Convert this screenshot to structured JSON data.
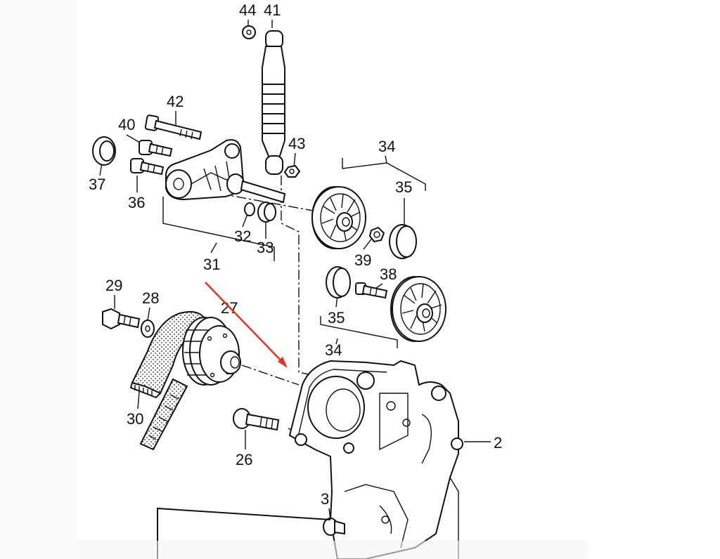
{
  "diagram": {
    "labels": [
      {
        "id": "44",
        "text": "44"
      },
      {
        "id": "41",
        "text": "41"
      },
      {
        "id": "42",
        "text": "42"
      },
      {
        "id": "40",
        "text": "40"
      },
      {
        "id": "37",
        "text": "37"
      },
      {
        "id": "36",
        "text": "36"
      },
      {
        "id": "43",
        "text": "43"
      },
      {
        "id": "34a",
        "text": "34"
      },
      {
        "id": "35a",
        "text": "35"
      },
      {
        "id": "32",
        "text": "32"
      },
      {
        "id": "33",
        "text": "33"
      },
      {
        "id": "39",
        "text": "39"
      },
      {
        "id": "31",
        "text": "31"
      },
      {
        "id": "38",
        "text": "38"
      },
      {
        "id": "29",
        "text": "29"
      },
      {
        "id": "28",
        "text": "28"
      },
      {
        "id": "27",
        "text": "27"
      },
      {
        "id": "35b",
        "text": "35"
      },
      {
        "id": "34b",
        "text": "34"
      },
      {
        "id": "30",
        "text": "30"
      },
      {
        "id": "26",
        "text": "26"
      },
      {
        "id": "2",
        "text": "2"
      },
      {
        "id": "3",
        "text": "3"
      }
    ],
    "accent_color": "#e8321e"
  }
}
